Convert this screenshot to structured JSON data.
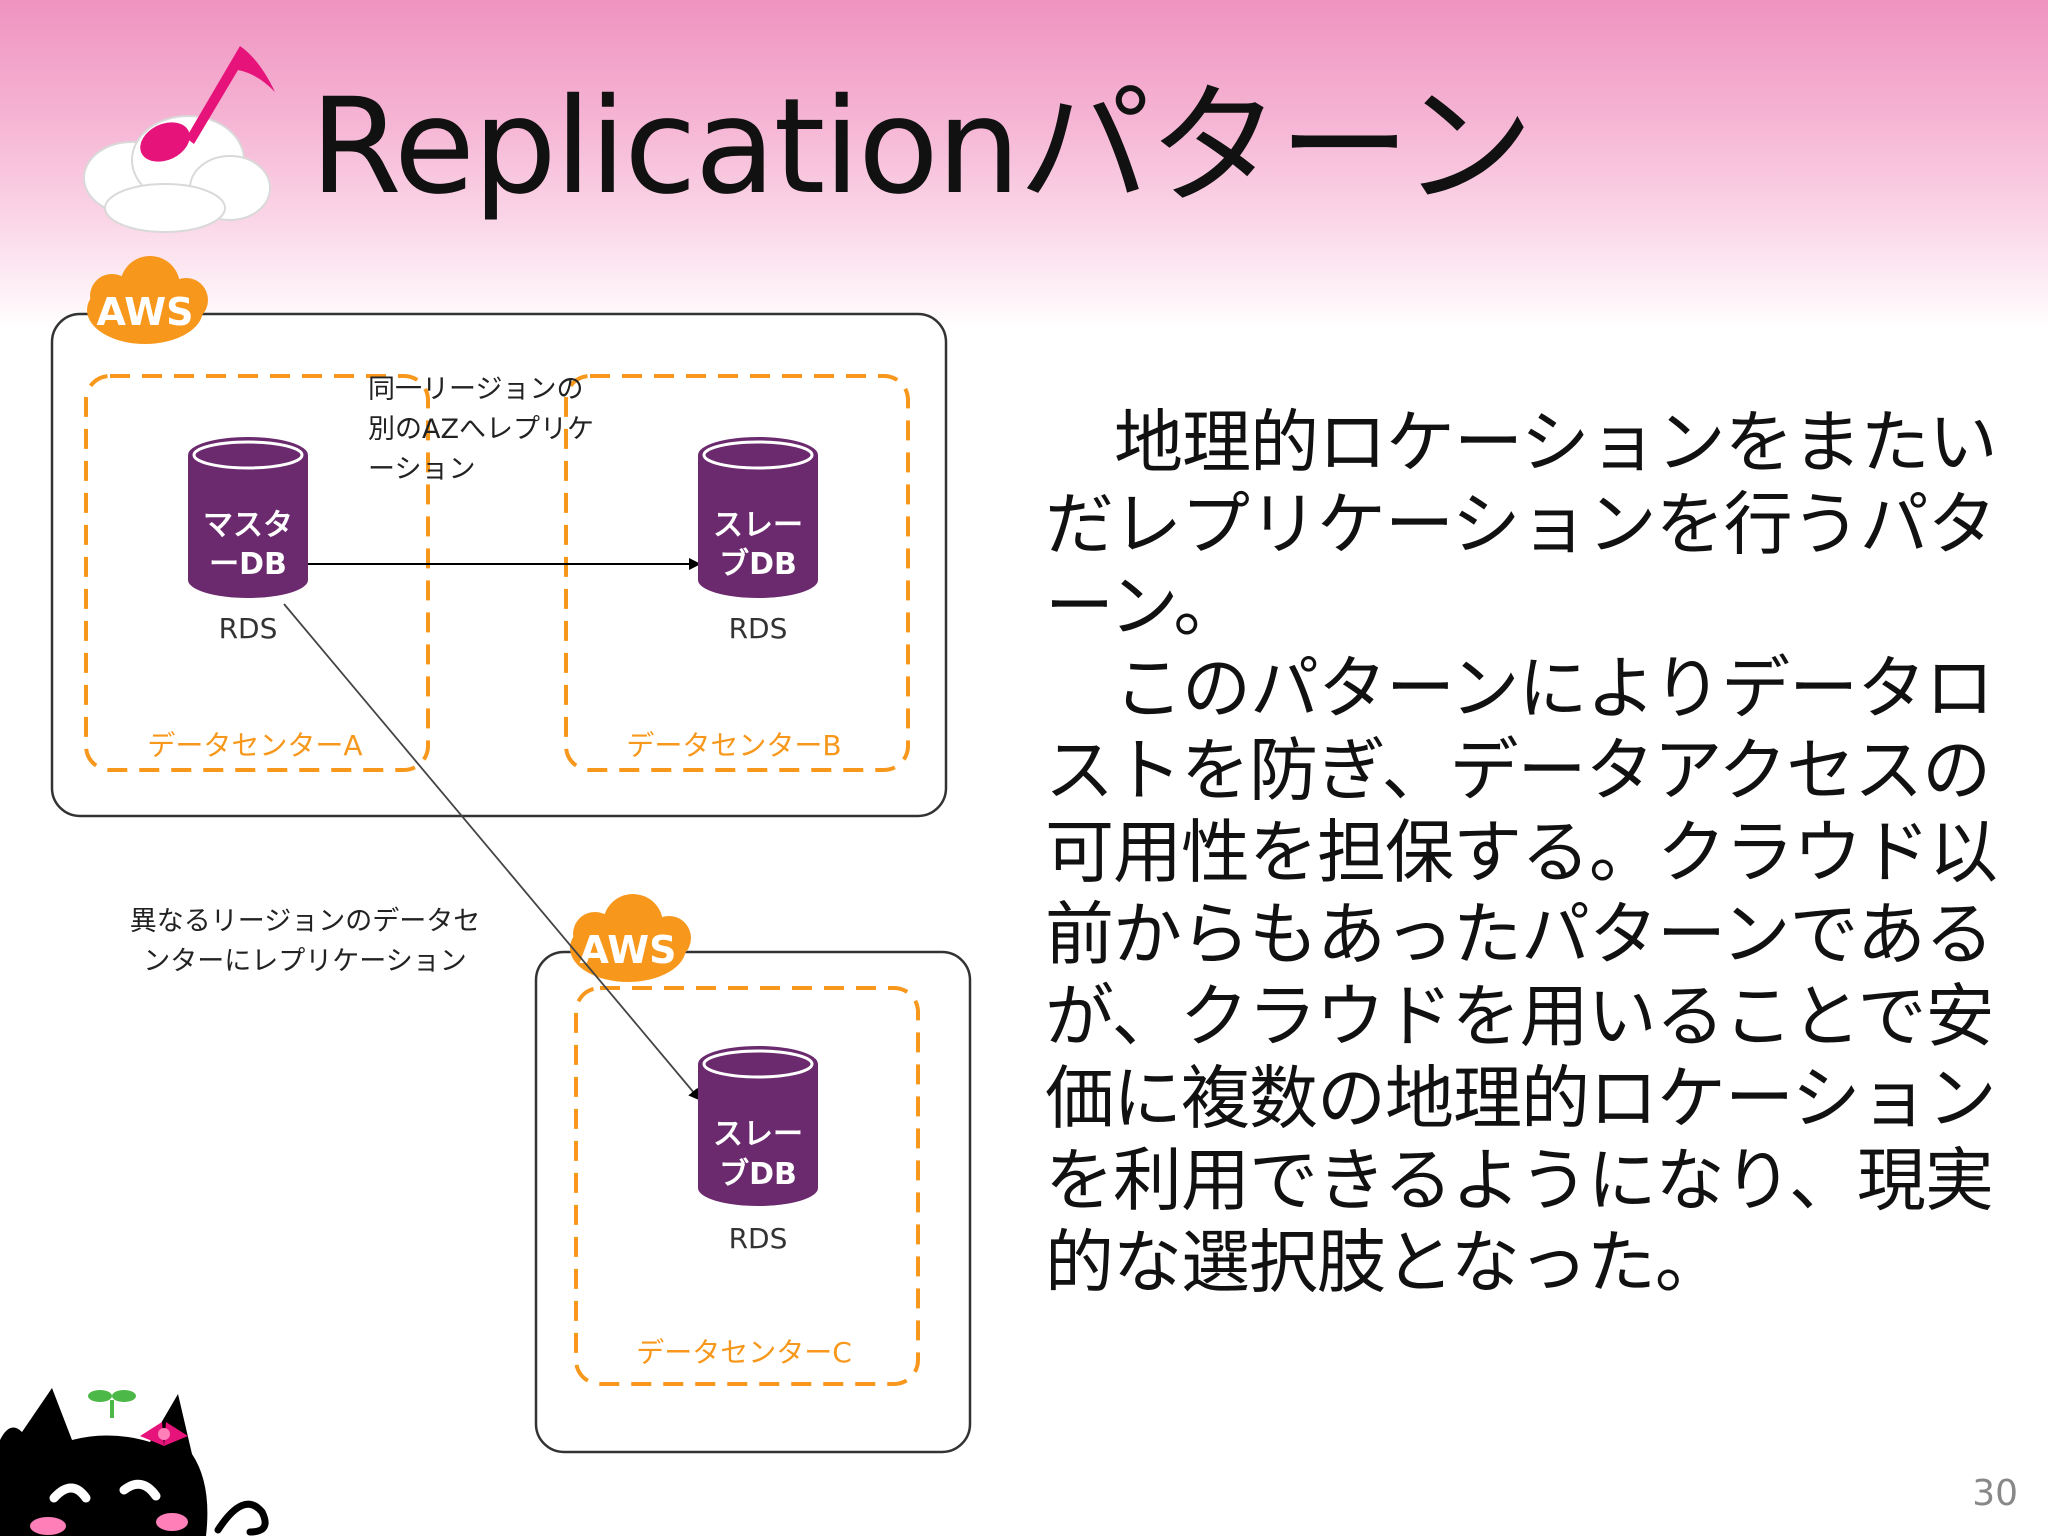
{
  "slide": {
    "title": "Replicationパターン",
    "page_number": "30"
  },
  "diagram": {
    "regions": [
      {
        "badge": "AWS"
      },
      {
        "badge": "AWS"
      }
    ],
    "datacenters": [
      {
        "label": "データセンターA"
      },
      {
        "label": "データセンターB"
      },
      {
        "label": "データセンターC"
      }
    ],
    "databases": [
      {
        "line1": "マスタ",
        "line2": "ーDB",
        "caption": "RDS"
      },
      {
        "line1": "スレー",
        "line2": "ブDB",
        "caption": "RDS"
      },
      {
        "line1": "スレー",
        "line2": "ブDB",
        "caption": "RDS"
      }
    ],
    "annotations": {
      "same_region": [
        "同一リージョンの",
        "別のAZへレプリケ",
        "ーション"
      ],
      "different_region": [
        "異なるリージョンのデータセ",
        "ンターにレプリケーション"
      ]
    }
  },
  "body": {
    "paragraphs": [
      "地理的ロケーションをまたいだレプリケーションを行うパターン。",
      "このパターンによりデータロストを防ぎ、データアクセスの可用性を担保する。クラウド以前からもあったパターンであるが、クラウドを用いることで安価に複数の地理的ロケーションを利用できるようになり、現実的な選択肢となった。"
    ]
  },
  "colors": {
    "accent_pink": "#e6147a",
    "aws_orange": "#f7981d",
    "database_purple": "#6b2a6e",
    "header_pink": "#ef93c0"
  },
  "icons": {
    "logo": "music-note-cloud-icon",
    "region_badge": "aws-cloud-icon",
    "database": "database-cylinder-icon",
    "mascot": "black-cat-mascot-icon"
  }
}
